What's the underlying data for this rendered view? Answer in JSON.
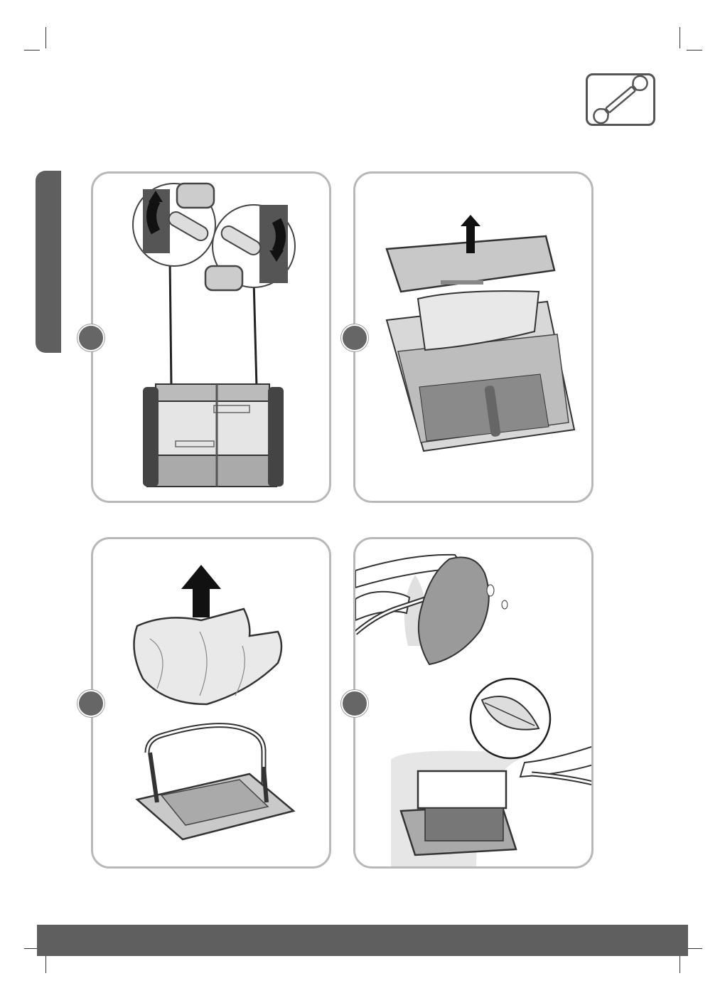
{
  "page": {
    "icons": {
      "header": "wrench-icon",
      "steps": [
        "open-latches-diagram",
        "lift-filter-lid-diagram",
        "remove-filter-bag-diagram",
        "rinse-filter-diagram"
      ]
    },
    "colors": {
      "tab": "#5f5f5f",
      "panel_border": "#b8b8b8",
      "step_marker": "#666666",
      "footer": "#5f5f5f"
    }
  }
}
